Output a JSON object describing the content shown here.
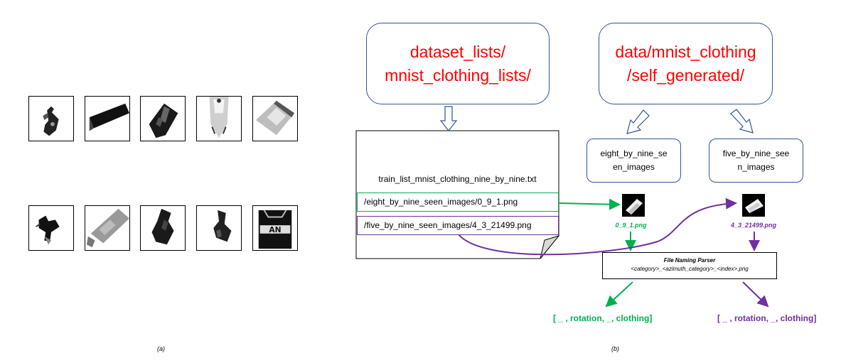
{
  "panel_a": {
    "caption": "(a)",
    "thumbnails": [
      {
        "id": "clothing-item-1"
      },
      {
        "id": "clothing-item-2"
      },
      {
        "id": "clothing-item-3"
      },
      {
        "id": "clothing-item-4"
      },
      {
        "id": "clothing-item-5"
      },
      {
        "id": "clothing-item-6"
      },
      {
        "id": "clothing-item-7"
      },
      {
        "id": "clothing-item-8"
      },
      {
        "id": "clothing-item-9"
      },
      {
        "id": "clothing-item-10",
        "print": "AN"
      }
    ]
  },
  "panel_b": {
    "caption": "(b)",
    "folder_lists": {
      "line1": "dataset_lists/",
      "line2": "mnist_clothing_lists/"
    },
    "folder_data": {
      "line1": "data/mnist_clothing",
      "line2": "/self_generated/"
    },
    "list_file": {
      "title": "train_list_mnist_clothing_nine_by_nine.txt",
      "entries": [
        "/eight_by_nine_seen_images/0_9_1.png",
        "/five_by_nine_seen_images/4_3_21499.png"
      ]
    },
    "subfolders": [
      {
        "line1": "eight_by_nine_se",
        "line2": "en_images"
      },
      {
        "line1": "five_by_nine_see",
        "line2": "n_images"
      }
    ],
    "image_labels": [
      "0_9_1.png",
      "4_3_21499.png"
    ],
    "parser": {
      "title": "File Naming Parser",
      "pattern": "<category>_<azimuth_category>_<index>.png"
    },
    "results": [
      "[ _ , rotation, _, clothing]",
      "[ _ , rotation, _, clothing]"
    ],
    "colors": {
      "green": "#00b050",
      "purple": "#7030a0",
      "red": "#ff0000",
      "box_border": "#2f5597"
    }
  }
}
